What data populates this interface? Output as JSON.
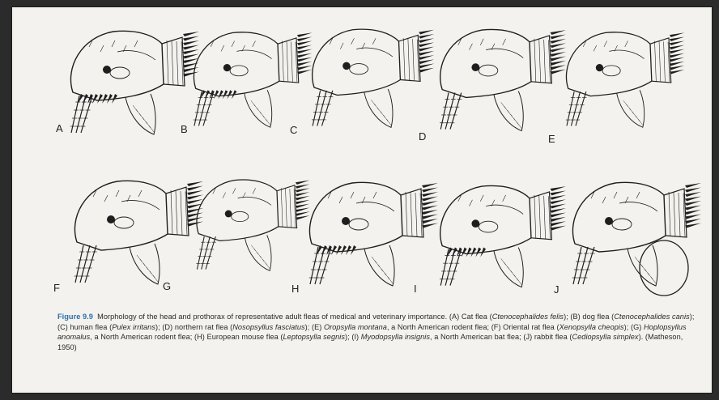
{
  "figure": {
    "panels": [
      {
        "id": "A",
        "label": "A"
      },
      {
        "id": "B",
        "label": "B"
      },
      {
        "id": "C",
        "label": "C"
      },
      {
        "id": "D",
        "label": "D"
      },
      {
        "id": "E",
        "label": "E"
      },
      {
        "id": "F",
        "label": "F"
      },
      {
        "id": "G",
        "label": "G"
      },
      {
        "id": "H",
        "label": "H"
      },
      {
        "id": "I",
        "label": "I"
      },
      {
        "id": "J",
        "label": "J"
      }
    ],
    "caption": {
      "label": "Figure 9.9",
      "title": "Morphology of the head and prothorax of representative adult fleas of medical and veterinary importance.",
      "segments": [
        {
          "t": " (A) Cat flea (",
          "i": false
        },
        {
          "t": "Ctenocephalides felis",
          "i": true
        },
        {
          "t": "); (B) dog flea (",
          "i": false
        },
        {
          "t": "Ctenocephalides canis",
          "i": true
        },
        {
          "t": "); (C) human flea (",
          "i": false
        },
        {
          "t": "Pulex irritans",
          "i": true
        },
        {
          "t": "); (D) northern rat flea (",
          "i": false
        },
        {
          "t": "Nosopsyllus fasciatus",
          "i": true
        },
        {
          "t": "); (E) ",
          "i": false
        },
        {
          "t": "Oropsylla montana",
          "i": true
        },
        {
          "t": ", a North American rodent flea; (F) Oriental rat flea (",
          "i": false
        },
        {
          "t": "Xenopsylla cheopis",
          "i": true
        },
        {
          "t": "); (G) ",
          "i": false
        },
        {
          "t": "Hoplopsyllus anomalus",
          "i": true
        },
        {
          "t": ", a North American rodent flea; (H) European mouse flea (",
          "i": false
        },
        {
          "t": "Leptopsylla segnis",
          "i": true
        },
        {
          "t": "); (I) ",
          "i": false
        },
        {
          "t": "Myodopsylla insignis",
          "i": true
        },
        {
          "t": ", a North American bat flea; (J) rabbit flea (",
          "i": false
        },
        {
          "t": "Cediopsylla simplex",
          "i": true
        },
        {
          "t": "). (Matheson, 1950)",
          "i": false
        }
      ]
    }
  }
}
